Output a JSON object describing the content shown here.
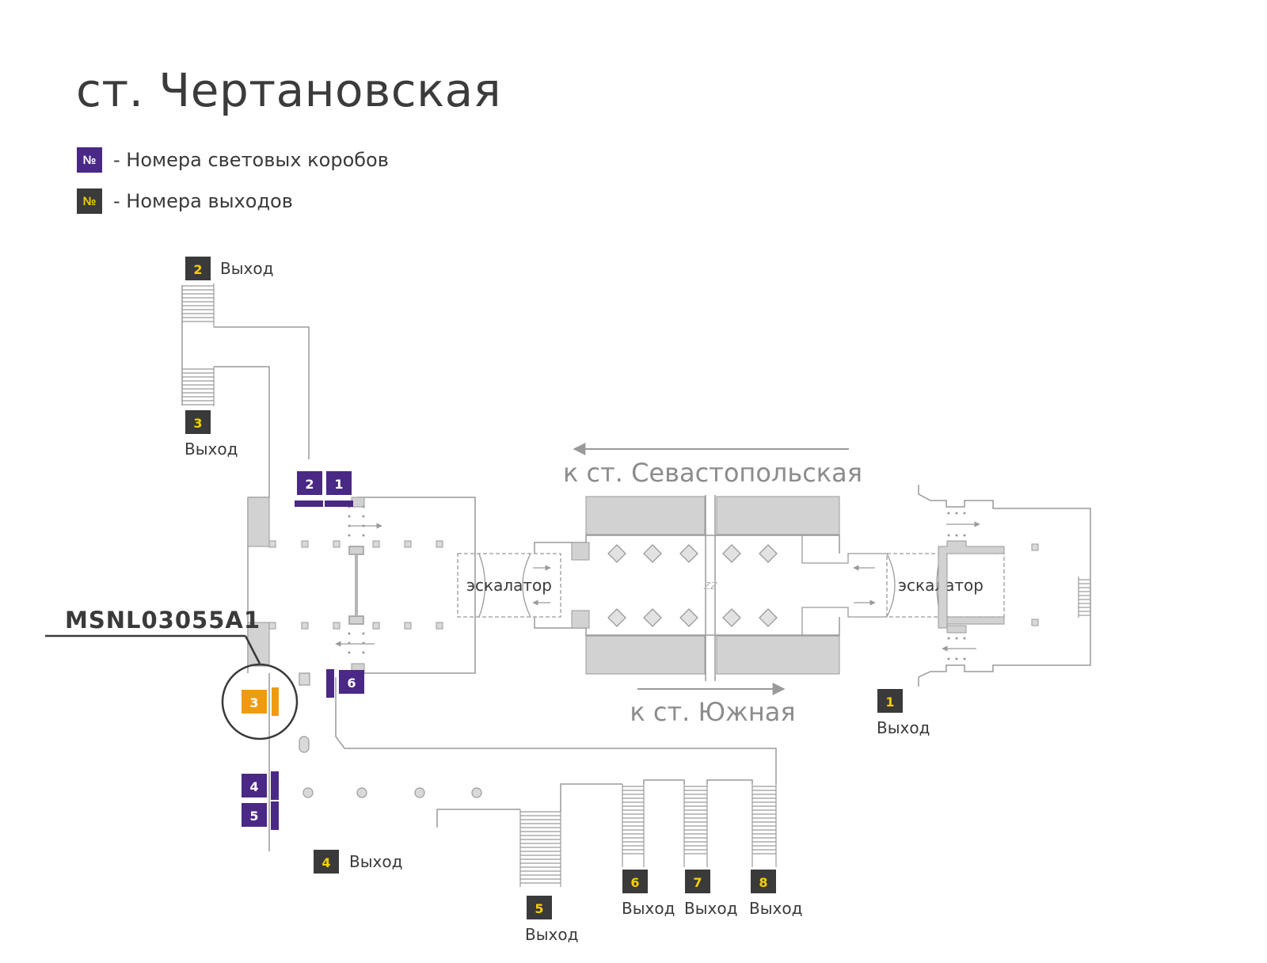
{
  "title": "ст. Чертановская",
  "legend": {
    "lightbox_symbol": "№",
    "lightbox_text": "- Номера световых коробов",
    "exit_symbol": "№",
    "exit_text": "- Номера выходов"
  },
  "colors": {
    "lightbox": "#4a2886",
    "exit_box": "#3a3a3a",
    "exit_number": "#f5d000",
    "highlight": "#f09a12",
    "structure": "#9a9a9a",
    "fill": "#d2d2d2",
    "text": "#3a3a3a",
    "direction_text": "#8c8c8c"
  },
  "exit_word": "Выход",
  "exits": [
    {
      "number": "2",
      "label": "Выход"
    },
    {
      "number": "3",
      "label": "Выход"
    },
    {
      "number": "1",
      "label": "Выход"
    },
    {
      "number": "4",
      "label": "Выход"
    },
    {
      "number": "5",
      "label": "Выход"
    },
    {
      "number": "6",
      "label": "Выход"
    },
    {
      "number": "7",
      "label": "Выход"
    },
    {
      "number": "8",
      "label": "Выход"
    }
  ],
  "lightboxes": [
    "1",
    "2",
    "3",
    "4",
    "5",
    "6"
  ],
  "highlighted_lightbox": {
    "number": "3",
    "code": "MSNL03055A1"
  },
  "directions": {
    "north": "к ст. Севастопольская",
    "south": "к ст. Южная"
  },
  "escalator_label": "эскалатор",
  "escalator_label_right": "эскалатор",
  "track_mark": "zz"
}
